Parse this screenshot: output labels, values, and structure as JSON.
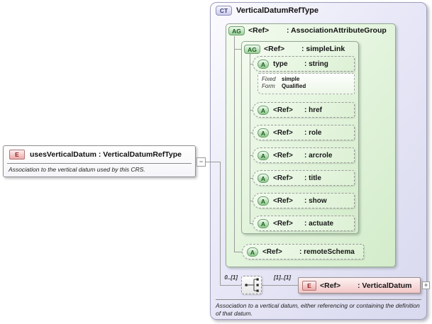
{
  "icons": {
    "collapse": "−",
    "expand": "+"
  },
  "source_element": {
    "badge": "E",
    "title": "usesVerticalDatum : VerticalDatumRefType",
    "annotation": "Association to the vertical datum used by this CRS."
  },
  "complex_type": {
    "badge": "CT",
    "title": "VerticalDatumRefType",
    "annotation": "Association to a vertical datum, either referencing or containing the definition of that datum."
  },
  "association_attribute_group": {
    "badge": "AG",
    "ref": "<Ref>",
    "name": ": AssociationAttributeGroup"
  },
  "simple_link": {
    "badge": "AG",
    "ref": "<Ref>",
    "name": ": simpleLink"
  },
  "simple_link_attributes": [
    {
      "badge": "A",
      "name": "type",
      "type": ": string"
    },
    {
      "badge": "A",
      "name": "<Ref>",
      "type": ": href"
    },
    {
      "badge": "A",
      "name": "<Ref>",
      "type": ": role"
    },
    {
      "badge": "A",
      "name": "<Ref>",
      "type": ": arcrole"
    },
    {
      "badge": "A",
      "name": "<Ref>",
      "type": ": title"
    },
    {
      "badge": "A",
      "name": "<Ref>",
      "type": ": show"
    },
    {
      "badge": "A",
      "name": "<Ref>",
      "type": ": actuate"
    }
  ],
  "type_facets": {
    "rows": [
      {
        "label": "Fixed",
        "value": "simple"
      },
      {
        "label": "Form",
        "value": "Qualified"
      }
    ]
  },
  "remote_schema": {
    "badge": "A",
    "ref": "<Ref>",
    "name": ": remoteSchema"
  },
  "content_model": {
    "source_occurrence": "0..[1]",
    "target_occurrence": "[1]..[1]"
  },
  "vertical_datum_element": {
    "badge": "E",
    "ref": "<Ref>",
    "name": ": VerticalDatum"
  },
  "colors": {
    "complex_type_fill": "#e2e2f4",
    "group_fill": "#e0f2da",
    "attribute_fill": "#e8f7e2",
    "element_fill": "#f6cdcd",
    "badge_green_text": "#1f5c1f",
    "badge_red_text": "#8b1d1d",
    "badge_blue_text": "#3a3a78"
  }
}
